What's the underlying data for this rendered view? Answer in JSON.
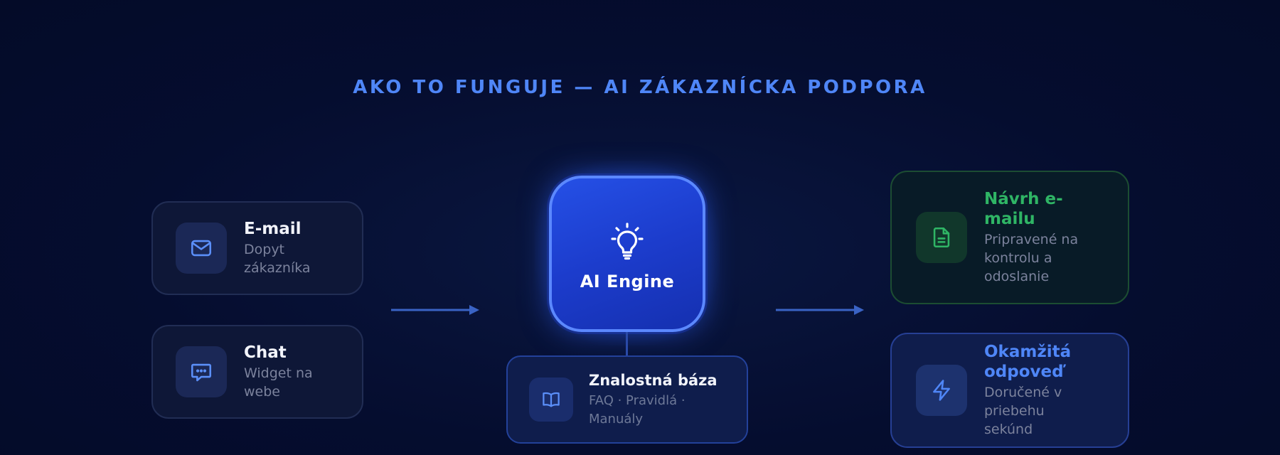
{
  "title": "AKO TO FUNGUJE — AI ZÁKAZNÍCKA PODPORA",
  "inputs": [
    {
      "title": "E-mail",
      "subtitle": "Dopyt zákazníka",
      "icon": "mail-icon"
    },
    {
      "title": "Chat",
      "subtitle": "Widget na webe",
      "icon": "chat-bubble-icon"
    }
  ],
  "engine": {
    "label": "AI Engine",
    "icon": "lightbulb-icon"
  },
  "knowledge_base": {
    "title": "Znalostná báza",
    "subtitle": "FAQ · Pravidlá · Manuály",
    "icon": "book-icon"
  },
  "outputs": [
    {
      "title": "Návrh e-mailu",
      "subtitle": "Pripravené na kontrolu a odoslanie",
      "icon": "document-icon"
    },
    {
      "title": "Okamžitá odpoveď",
      "subtitle": "Doručené v priebehu sekúnd",
      "icon": "lightning-icon"
    }
  ],
  "colors": {
    "background": "#050d2f",
    "accent_blue": "#4f86f7",
    "accent_green": "#2fb565",
    "engine_blue": "#1f45d6"
  }
}
